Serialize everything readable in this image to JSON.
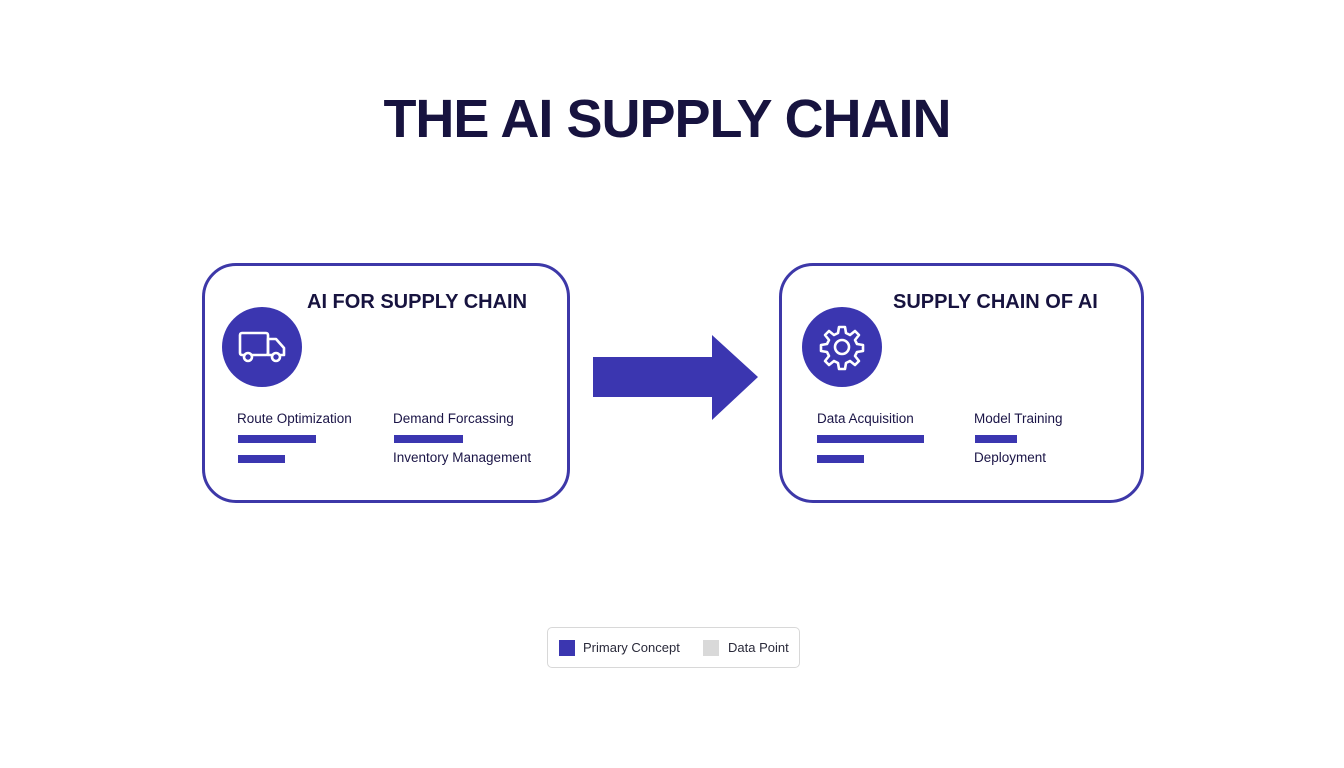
{
  "title": "THE AI SUPPLY CHAIN",
  "left_card": {
    "title": "AI FOR SUPPLY CHAIN",
    "icon": "truck-icon",
    "items": [
      "Route Optimization",
      "Demand Forcassing",
      "Inventory Management"
    ]
  },
  "right_card": {
    "title": "SUPPLY CHAIN OF AI",
    "icon": "gear-icon",
    "items": [
      "Data Acquisition",
      "Model Training",
      "Deployment"
    ]
  },
  "legend": [
    {
      "label": "Primary Concept",
      "color": "#3b36b0"
    },
    {
      "label": "Data Point",
      "color": "#d9d9d9"
    }
  ],
  "colors": {
    "primary": "#3b36b0",
    "title": "#17133f"
  }
}
